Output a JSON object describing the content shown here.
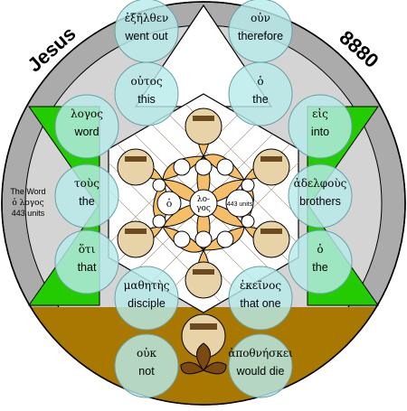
{
  "title_left": "Jesus",
  "title_right": "8880",
  "side_note": {
    "line1": "The Word",
    "line2": "ὁ λογος",
    "line3": "443 units"
  },
  "center": {
    "left_word": "ὁ",
    "logos_top": "λο-",
    "logos_bottom": "γος",
    "units": "443 units"
  },
  "circles": [
    {
      "greek": "ἐξῆλθεν",
      "english": "went out"
    },
    {
      "greek": "οὐν",
      "english": "therefore"
    },
    {
      "greek": "οὑτος",
      "english": "this"
    },
    {
      "greek": "ὁ",
      "english": "the"
    },
    {
      "greek": "λογος",
      "english": "word"
    },
    {
      "greek": "εἰς",
      "english": "into"
    },
    {
      "greek": "τοὺς",
      "english": "the"
    },
    {
      "greek": "ἀδελφοὺς",
      "english": "brothers"
    },
    {
      "greek": "ὅτι",
      "english": "that"
    },
    {
      "greek": "ὁ",
      "english": "the"
    },
    {
      "greek": "μαθητὴς",
      "english": "disciple"
    },
    {
      "greek": "ἐκεῖνος",
      "english": "that one"
    },
    {
      "greek": "οὐκ",
      "english": "not"
    },
    {
      "greek": "ἀποθνήσκει",
      "english": "would die"
    }
  ],
  "colors": {
    "outer_ring": "#ababab",
    "ring_light": "#d4d4d4",
    "triangle_green": "#22cc00",
    "petal": "#f5bf6a",
    "brown": "#a87800",
    "circle_fill": "#b8ecec",
    "circle_stroke": "#6aa0a0"
  }
}
